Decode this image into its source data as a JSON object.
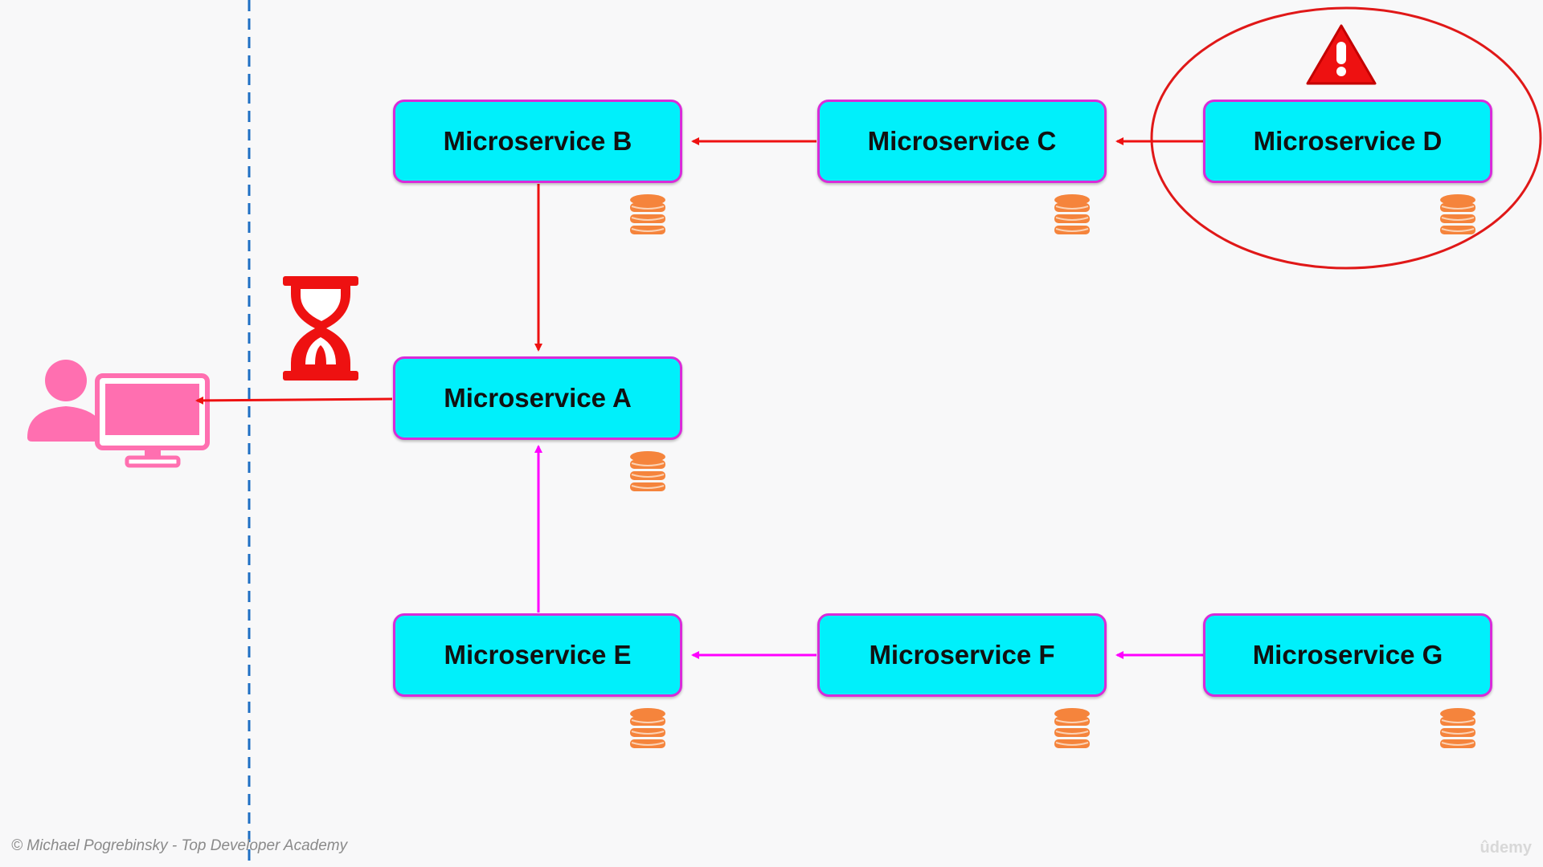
{
  "services": {
    "a": "Microservice A",
    "b": "Microservice B",
    "c": "Microservice C",
    "d": "Microservice D",
    "e": "Microservice E",
    "f": "Microservice F",
    "g": "Microservice G"
  },
  "footer": {
    "copyright": "© Michael Pogrebinsky - Top Developer Academy",
    "watermark": "ûdemy"
  },
  "colors": {
    "box_fill": "#00f0fb",
    "box_border": "#d92bd9",
    "failure_arrow": "#ee1111",
    "normal_arrow": "#ff00ff",
    "database": "#f5843c",
    "user_icon": "#ff6fb0",
    "boundary_line": "#1f6fc4"
  },
  "icons": [
    "user-computer-icon",
    "hourglass-icon",
    "warning-icon",
    "database-icon"
  ]
}
